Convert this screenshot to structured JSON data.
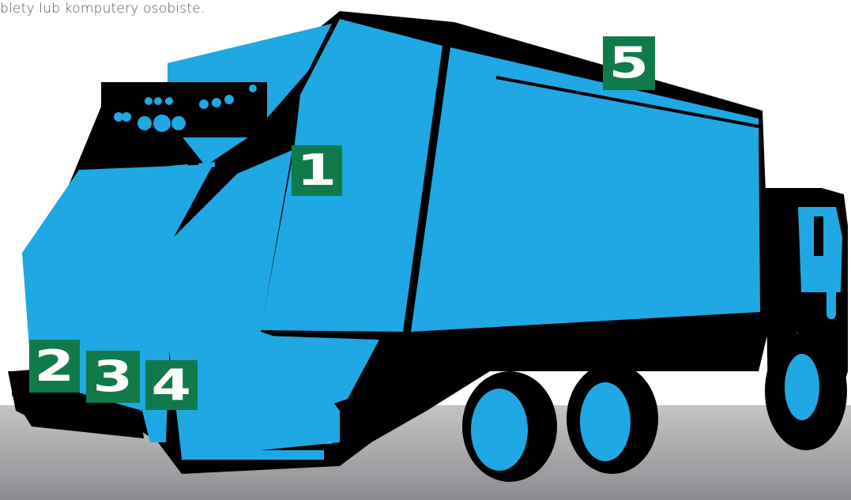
{
  "caption": "blety lub komputery osobiste.",
  "colors": {
    "body": "#1fa8e3",
    "outline": "#000000",
    "marker": "#117a4a",
    "ground_top": "#c4c4c6",
    "ground_bottom": "#8d8d91"
  },
  "markers": [
    {
      "label": "1"
    },
    {
      "label": "2"
    },
    {
      "label": "3"
    },
    {
      "label": "4"
    },
    {
      "label": "5"
    }
  ]
}
